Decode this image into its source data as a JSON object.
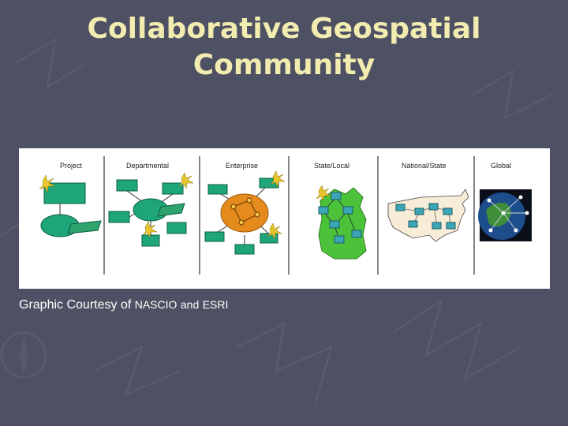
{
  "slide": {
    "title_line1": "Collaborative Geospatial",
    "title_line2": "Community"
  },
  "figure": {
    "panels": [
      "Project",
      "Departmental",
      "Enterprise",
      "State/Local",
      "National/State",
      "Global"
    ]
  },
  "caption": {
    "prefix": "Graphic Courtesy of",
    "part1": "NASCIO",
    "and": "and",
    "part2": "ESRI"
  },
  "colors": {
    "background": "#4e5163",
    "title": "#f2ecb0",
    "node_green": "#1fa57a",
    "wisconsin_green": "#4cc23a",
    "enterprise_orange": "#e58a1c",
    "starburst": "#e8c52a"
  }
}
